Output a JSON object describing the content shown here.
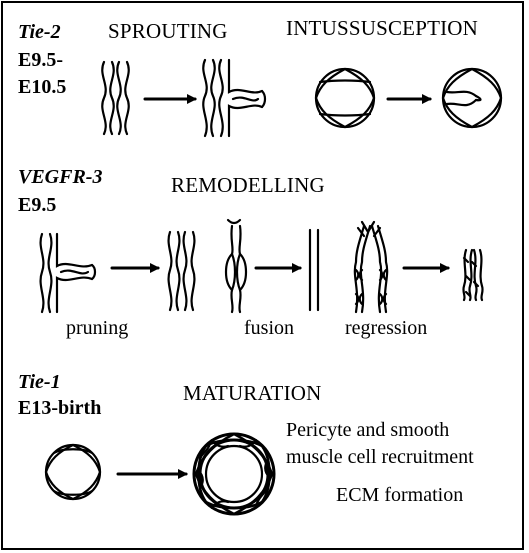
{
  "section_sprouting": {
    "gene": "Tie-2",
    "stage_line1": "E9.5-",
    "stage_line2": "E10.5",
    "heading_sprouting": "SPROUTING",
    "heading_intussusception": "INTUSSUSCEPTION"
  },
  "section_remodelling": {
    "gene": "VEGFR-3",
    "stage": "E9.5",
    "heading": "REMODELLING",
    "label_pruning": "pruning",
    "label_fusion": "fusion",
    "label_regression": "regression"
  },
  "section_maturation": {
    "gene": "Tie-1",
    "stage": "E13-birth",
    "heading": "MATURATION",
    "note_line1": "Pericyte and smooth",
    "note_line2": "muscle cell recruitment",
    "note_ecm": "ECM formation"
  },
  "colors": {
    "ink": "#000000",
    "background": "#ffffff"
  }
}
